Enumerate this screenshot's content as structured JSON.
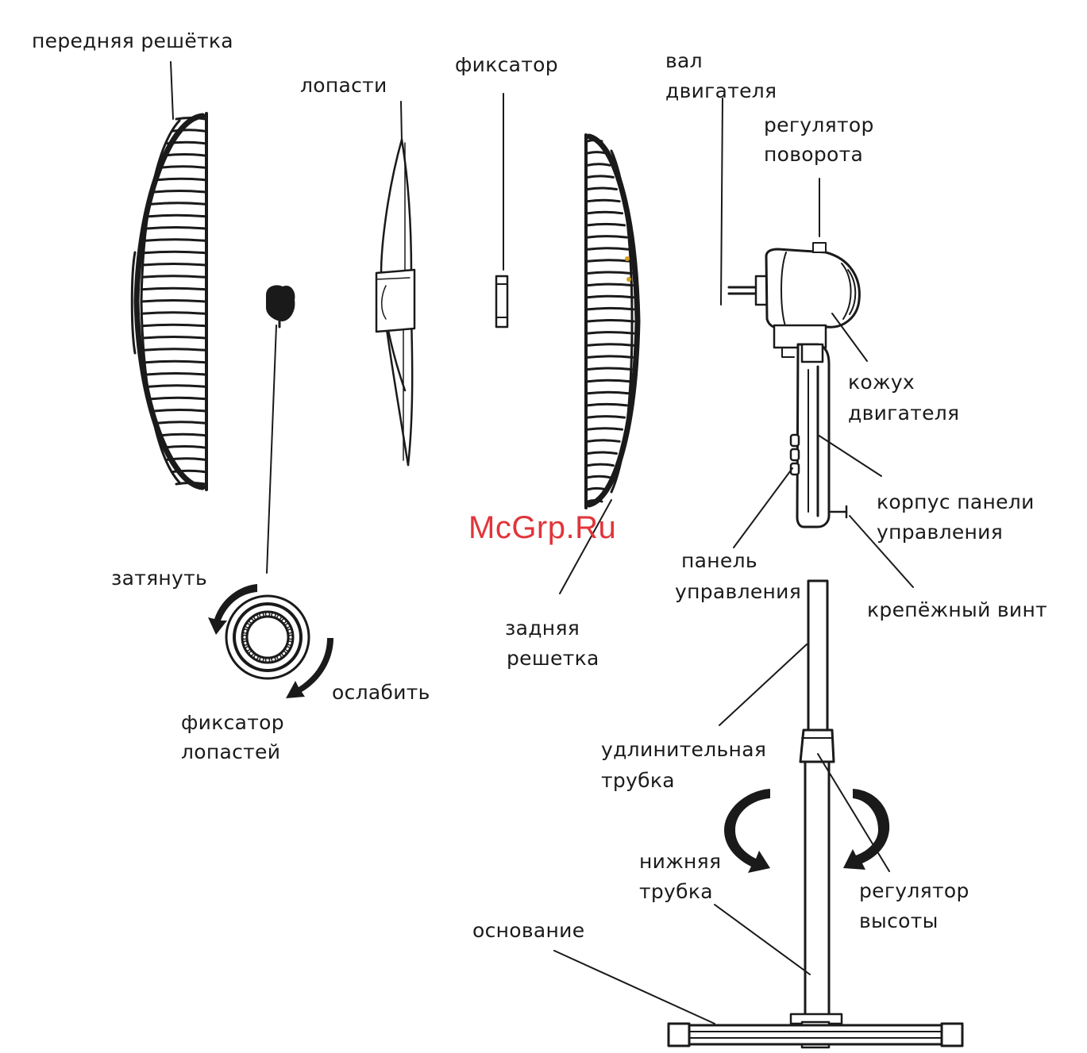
{
  "labels": {
    "front_grille": "передняя решётка",
    "blades": "лопасти",
    "clip": "фиксатор",
    "motor_shaft_1": "вал",
    "motor_shaft_2": "двигателя",
    "rotation_knob_1": "регулятор",
    "rotation_knob_2": "поворота",
    "motor_housing_1": "кожух",
    "motor_housing_2": "двигателя",
    "control_body_1": "корпус панели",
    "control_body_2": "управления",
    "control_panel_1": "панель",
    "control_panel_2": "управления",
    "screw": "крепёжный винт",
    "tighten": "затянуть",
    "loosen": "ослабить",
    "blade_lock_1": "фиксатор",
    "blade_lock_2": "лопастей",
    "rear_grille_1": "задняя",
    "rear_grille_2": "решетка",
    "ext_tube_1": "удлинительная",
    "ext_tube_2": "трубка",
    "lower_tube_1": "нижняя",
    "lower_tube_2": "трубка",
    "height_knob_1": "регулятор",
    "height_knob_2": "высоты",
    "base": "основание"
  },
  "watermark": "McGrp.Ru",
  "colors": {
    "ink": "#1a1a1a",
    "watermark": "#e0353a",
    "accent": "#d4a017"
  }
}
